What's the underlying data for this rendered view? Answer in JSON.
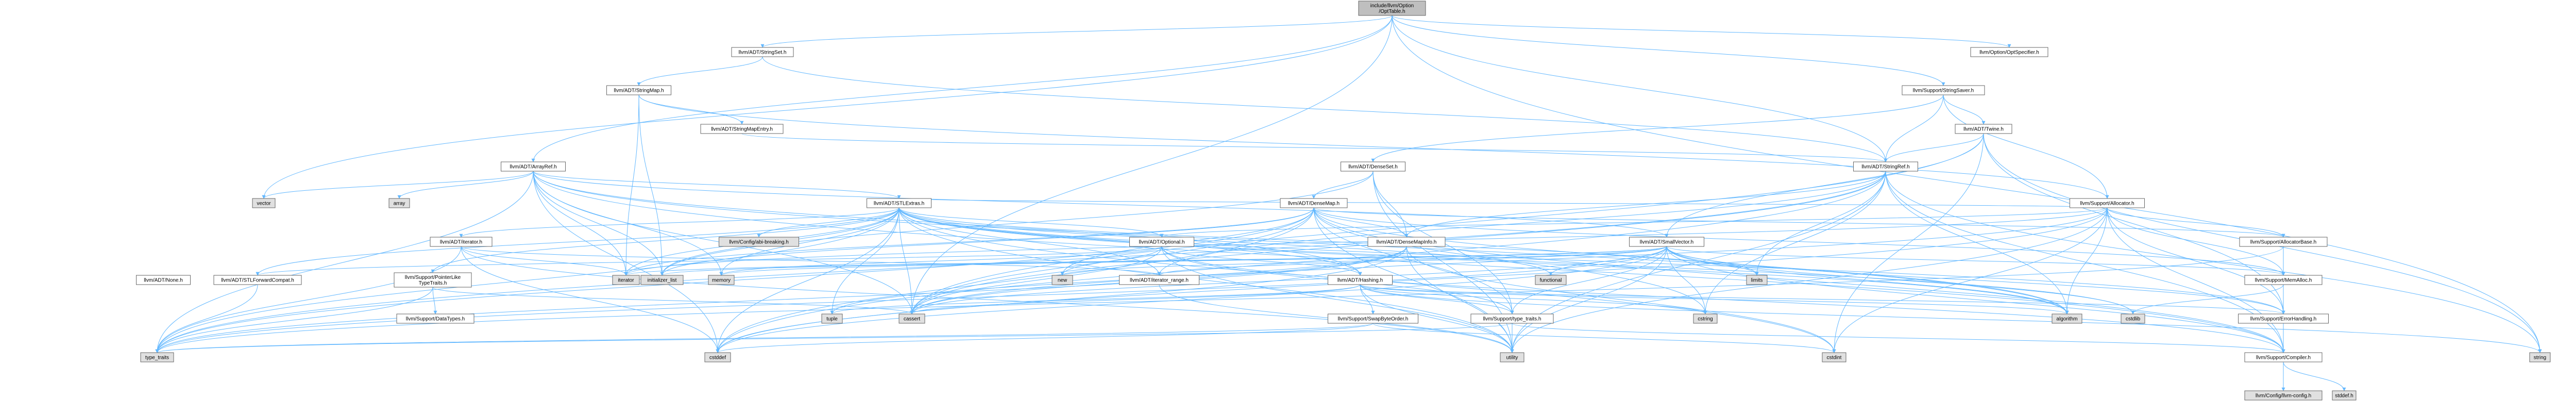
{
  "graph": {
    "nodes": [
      {
        "id": "root",
        "label": "include/llvm/Option\n/OptTable.h",
        "fill": "#bfbfbf"
      },
      {
        "id": "stringset",
        "label": "llvm/ADT/StringSet.h",
        "fill": "#ffffff"
      },
      {
        "id": "optspecifier",
        "label": "llvm/Option/OptSpecifier.h",
        "fill": "#ffffff"
      },
      {
        "id": "stringsaver",
        "label": "llvm/Support/StringSaver.h",
        "fill": "#ffffff"
      },
      {
        "id": "stringmap",
        "label": "llvm/ADT/StringMap.h",
        "fill": "#ffffff"
      },
      {
        "id": "twine",
        "label": "llvm/ADT/Twine.h",
        "fill": "#ffffff"
      },
      {
        "id": "stringmapentry",
        "label": "llvm/ADT/StringMapEntry.h",
        "fill": "#ffffff"
      },
      {
        "id": "arrayref",
        "label": "llvm/ADT/ArrayRef.h",
        "fill": "#ffffff"
      },
      {
        "id": "denseset",
        "label": "llvm/ADT/DenseSet.h",
        "fill": "#ffffff",
        "border": "#ff0000"
      },
      {
        "id": "stringref",
        "label": "llvm/ADT/StringRef.h",
        "fill": "#ffffff"
      },
      {
        "id": "allocator",
        "label": "llvm/Support/Allocator.h",
        "fill": "#ffffff",
        "border": "#ff0000"
      },
      {
        "id": "vector",
        "label": "vector",
        "fill": "#e0e0e0"
      },
      {
        "id": "array",
        "label": "array",
        "fill": "#e0e0e0"
      },
      {
        "id": "stlextras",
        "label": "llvm/ADT/STLExtras.h",
        "fill": "#ffffff"
      },
      {
        "id": "densemap",
        "label": "llvm/ADT/DenseMap.h",
        "fill": "#ffffff",
        "border": "#ff0000"
      },
      {
        "id": "allocatorbase",
        "label": "llvm/Support/AllocatorBase.h",
        "fill": "#ffffff"
      },
      {
        "id": "configbreaking",
        "label": "llvm/Config/abi-breaking.h",
        "fill": "#e0e0e0"
      },
      {
        "id": "smallvector",
        "label": "llvm/ADT/SmallVector.h",
        "fill": "#ffffff"
      },
      {
        "id": "adtiterator",
        "label": "llvm/ADT/iterator.h",
        "fill": "#ffffff"
      },
      {
        "id": "optional",
        "label": "llvm/ADT/Optional.h",
        "fill": "#ffffff"
      },
      {
        "id": "densemapinfo",
        "label": "llvm/ADT/DenseMapInfo.h",
        "fill": "#ffffff"
      },
      {
        "id": "functional",
        "label": "functional",
        "fill": "#e0e0e0"
      },
      {
        "id": "memalloc",
        "label": "llvm/Support/MemAlloc.h",
        "fill": "#ffffff"
      },
      {
        "id": "adtnone",
        "label": "llvm/ADT/None.h",
        "fill": "#ffffff"
      },
      {
        "id": "stlforward",
        "label": "llvm/ADT/STLForwardCompat.h",
        "fill": "#ffffff"
      },
      {
        "id": "pointerlike",
        "label": "llvm/Support/PointerLike\nTypeTraits.h",
        "fill": "#ffffff"
      },
      {
        "id": "iterator",
        "label": "iterator",
        "fill": "#e0e0e0"
      },
      {
        "id": "initlist",
        "label": "initializer_list",
        "fill": "#e0e0e0"
      },
      {
        "id": "memory",
        "label": "memory",
        "fill": "#e0e0e0"
      },
      {
        "id": "new",
        "label": "new",
        "fill": "#e0e0e0"
      },
      {
        "id": "iterrange",
        "label": "llvm/ADT/iterator_range.h",
        "fill": "#ffffff"
      },
      {
        "id": "hashing",
        "label": "llvm/ADT/Hashing.h",
        "fill": "#ffffff"
      },
      {
        "id": "limits",
        "label": "limits",
        "fill": "#e0e0e0"
      },
      {
        "id": "errorhandling",
        "label": "llvm/Support/ErrorHandling.h",
        "fill": "#ffffff"
      },
      {
        "id": "datatypes",
        "label": "llvm/Support/DataTypes.h",
        "fill": "#ffffff",
        "border": "#ff0000"
      },
      {
        "id": "tuple",
        "label": "tuple",
        "fill": "#e0e0e0"
      },
      {
        "id": "cassert",
        "label": "cassert",
        "fill": "#e0e0e0"
      },
      {
        "id": "swapbyteorder",
        "label": "llvm/Support/SwapByteOrder.h",
        "fill": "#ffffff",
        "border": "#ff0000"
      },
      {
        "id": "typetraitsllvm",
        "label": "llvm/Support/type_traits.h",
        "fill": "#ffffff"
      },
      {
        "id": "cstring",
        "label": "cstring",
        "fill": "#e0e0e0"
      },
      {
        "id": "algorithm",
        "label": "algorithm",
        "fill": "#e0e0e0"
      },
      {
        "id": "cstdlib",
        "label": "cstdlib",
        "fill": "#e0e0e0"
      },
      {
        "id": "type_traits",
        "label": "type_traits",
        "fill": "#e0e0e0"
      },
      {
        "id": "cstddef",
        "label": "cstddef",
        "fill": "#e0e0e0"
      },
      {
        "id": "utility",
        "label": "utility",
        "fill": "#e0e0e0"
      },
      {
        "id": "cstdint",
        "label": "cstdint",
        "fill": "#e0e0e0"
      },
      {
        "id": "compiler",
        "label": "llvm/Support/Compiler.h",
        "fill": "#ffffff"
      },
      {
        "id": "string",
        "label": "string",
        "fill": "#e0e0e0"
      },
      {
        "id": "llvmconfig",
        "label": "llvm/Config/llvm-config.h",
        "fill": "#e0e0e0"
      },
      {
        "id": "stddef",
        "label": "stddef.h",
        "fill": "#e0e0e0"
      }
    ],
    "edges": [
      [
        "root",
        "stringset"
      ],
      [
        "root",
        "optspecifier"
      ],
      [
        "root",
        "stringsaver"
      ],
      [
        "root",
        "arrayref"
      ],
      [
        "root",
        "stringref"
      ],
      [
        "root",
        "vector"
      ],
      [
        "root",
        "cassert"
      ],
      [
        "root",
        "string"
      ],
      [
        "stringset",
        "stringmap"
      ],
      [
        "stringset",
        "stringref"
      ],
      [
        "stringmap",
        "stringmapentry"
      ],
      [
        "stringmap",
        "allocator"
      ],
      [
        "stringmap",
        "iterator"
      ],
      [
        "stringmap",
        "initlist"
      ],
      [
        "stringmapentry",
        "stringref"
      ],
      [
        "stringsaver",
        "denseset"
      ],
      [
        "stringsaver",
        "stringref"
      ],
      [
        "stringsaver",
        "twine"
      ],
      [
        "stringsaver",
        "allocator"
      ],
      [
        "twine",
        "smallvector"
      ],
      [
        "twine",
        "stringref"
      ],
      [
        "twine",
        "errorhandling"
      ],
      [
        "twine",
        "cassert"
      ],
      [
        "twine",
        "cstdint"
      ],
      [
        "twine",
        "string"
      ],
      [
        "arrayref",
        "hashing"
      ],
      [
        "arrayref",
        "none"
      ],
      [
        "arrayref",
        "smallvector"
      ],
      [
        "arrayref",
        "stlextras"
      ],
      [
        "arrayref",
        "compiler"
      ],
      [
        "arrayref",
        "algorithm"
      ],
      [
        "arrayref",
        "array"
      ],
      [
        "arrayref",
        "cassert"
      ],
      [
        "arrayref",
        "cstddef"
      ],
      [
        "arrayref",
        "initlist"
      ],
      [
        "arrayref",
        "iterator"
      ],
      [
        "arrayref",
        "memory"
      ],
      [
        "arrayref",
        "type_traits"
      ],
      [
        "arrayref",
        "vector"
      ],
      [
        "denseset",
        "densemap"
      ],
      [
        "denseset",
        "densemapinfo"
      ],
      [
        "denseset",
        "typetraitsllvm"
      ],
      [
        "denseset",
        "initlist"
      ],
      [
        "denseset",
        "utility"
      ],
      [
        "stringref",
        "stlfunctional"
      ],
      [
        "stringref",
        "iterrange"
      ],
      [
        "stringref",
        "compiler"
      ],
      [
        "stringref",
        "algorithm"
      ],
      [
        "stringref",
        "cassert"
      ],
      [
        "stringref",
        "cstddef"
      ],
      [
        "stringref",
        "cstring"
      ],
      [
        "stringref",
        "limits"
      ],
      [
        "stringref",
        "string"
      ],
      [
        "stringref",
        "type_traits"
      ],
      [
        "stringref",
        "utility"
      ],
      [
        "stringref",
        "densemapinfo"
      ],
      [
        "allocator",
        "allocatorbase"
      ],
      [
        "allocator",
        "memalloc"
      ],
      [
        "allocator",
        "errorhandling"
      ],
      [
        "allocator",
        "compiler"
      ],
      [
        "allocator",
        "algorithm"
      ],
      [
        "allocator",
        "cassert"
      ],
      [
        "allocator",
        "cstddef"
      ],
      [
        "allocator",
        "cstdint"
      ],
      [
        "allocator",
        "iterator"
      ],
      [
        "allocator",
        "optional"
      ],
      [
        "allocator",
        "stlextras"
      ],
      [
        "allocator",
        "utility"
      ],
      [
        "stlextras",
        "adtiterator"
      ],
      [
        "stlextras",
        "iterrange"
      ],
      [
        "stlextras",
        "optional"
      ],
      [
        "stlextras",
        "stlforward"
      ],
      [
        "stlextras",
        "hashing"
      ],
      [
        "stlextras",
        "configbreaking"
      ],
      [
        "stlextras",
        "errorhandling"
      ],
      [
        "stlextras",
        "algorithm"
      ],
      [
        "stlextras",
        "cassert"
      ],
      [
        "stlextras",
        "cstddef"
      ],
      [
        "stlextras",
        "cstdint"
      ],
      [
        "stlextras",
        "cstdlib"
      ],
      [
        "stlextras",
        "functional"
      ],
      [
        "stlextras",
        "initlist"
      ],
      [
        "stlextras",
        "iterator"
      ],
      [
        "stlextras",
        "limits"
      ],
      [
        "stlextras",
        "memory"
      ],
      [
        "stlextras",
        "tuple"
      ],
      [
        "stlextras",
        "type_traits"
      ],
      [
        "stlextras",
        "utility"
      ],
      [
        "stlextras",
        "pointerlike"
      ],
      [
        "densemap",
        "densemapinfo"
      ],
      [
        "densemap",
        "epochtracker"
      ],
      [
        "densemap",
        "allocatorbase"
      ],
      [
        "densemap",
        "memalloc"
      ],
      [
        "densemap",
        "alignof"
      ],
      [
        "densemap",
        "compiler"
      ],
      [
        "densemap",
        "mathextras"
      ],
      [
        "densemap",
        "typetraitsllvm"
      ],
      [
        "densemap",
        "algorithm"
      ],
      [
        "densemap",
        "cassert"
      ],
      [
        "densemap",
        "cstddef"
      ],
      [
        "densemap",
        "cstring"
      ],
      [
        "densemap",
        "initlist"
      ],
      [
        "densemap",
        "iterator"
      ],
      [
        "densemap",
        "new"
      ],
      [
        "densemap",
        "type_traits"
      ],
      [
        "densemap",
        "utility"
      ],
      [
        "allocatorbase",
        "compiler"
      ],
      [
        "allocatorbase",
        "memalloc"
      ],
      [
        "allocatorbase",
        "type_traits"
      ],
      [
        "smallvector",
        "iterrange"
      ],
      [
        "smallvector",
        "compiler"
      ],
      [
        "smallvector",
        "errorhandling"
      ],
      [
        "smallvector",
        "memalloc"
      ],
      [
        "smallvector",
        "typetraitsllvm"
      ],
      [
        "smallvector",
        "algorithm"
      ],
      [
        "smallvector",
        "cassert"
      ],
      [
        "smallvector",
        "cstddef"
      ],
      [
        "smallvector",
        "cstdlib"
      ],
      [
        "smallvector",
        "cstring"
      ],
      [
        "smallvector",
        "functional"
      ],
      [
        "smallvector",
        "initlist"
      ],
      [
        "smallvector",
        "iterator"
      ],
      [
        "smallvector",
        "limits"
      ],
      [
        "smallvector",
        "memory"
      ],
      [
        "smallvector",
        "new"
      ],
      [
        "smallvector",
        "type_traits"
      ],
      [
        "smallvector",
        "utility"
      ],
      [
        "adtiterator",
        "iterrange"
      ],
      [
        "adtiterator",
        "cstddef"
      ],
      [
        "adtiterator",
        "iterator"
      ],
      [
        "adtiterator",
        "type_traits"
      ],
      [
        "adtiterator",
        "utility"
      ],
      [
        "optional",
        "hashing"
      ],
      [
        "optional",
        "none"
      ],
      [
        "optional",
        "stlforward"
      ],
      [
        "optional",
        "compiler"
      ],
      [
        "optional",
        "typetraitsllvm"
      ],
      [
        "optional",
        "cassert"
      ],
      [
        "optional",
        "memory"
      ],
      [
        "optional",
        "new"
      ],
      [
        "optional",
        "utility"
      ],
      [
        "densemapinfo",
        "cassert"
      ],
      [
        "densemapinfo",
        "cstddef"
      ],
      [
        "densemapinfo",
        "cstdint"
      ],
      [
        "densemapinfo",
        "tuple"
      ],
      [
        "densemapinfo",
        "utility"
      ],
      [
        "densemapinfo",
        "type_traits"
      ],
      [
        "memalloc",
        "compiler"
      ],
      [
        "memalloc",
        "errorhandling"
      ],
      [
        "memalloc",
        "cstdlib"
      ],
      [
        "stlforward",
        "type_traits"
      ],
      [
        "pointerlike",
        "datatypes"
      ],
      [
        "pointerlike",
        "cassert"
      ],
      [
        "pointerlike",
        "type_traits"
      ],
      [
        "iterrange",
        "utility"
      ],
      [
        "hashing",
        "errorhandling"
      ],
      [
        "hashing",
        "swapbyteorder"
      ],
      [
        "hashing",
        "typetraitsllvm"
      ],
      [
        "hashing",
        "algorithm"
      ],
      [
        "hashing",
        "cassert"
      ],
      [
        "hashing",
        "cstring"
      ],
      [
        "hashing",
        "string"
      ],
      [
        "hashing",
        "tuple"
      ],
      [
        "hashing",
        "utility"
      ],
      [
        "errorhandling",
        "compiler"
      ],
      [
        "swapbyteorder",
        "cstddef"
      ],
      [
        "swapbyteorder",
        "cstdint"
      ],
      [
        "swapbyteorder",
        "type_traits"
      ],
      [
        "typetraitsllvm",
        "compiler"
      ],
      [
        "typetraitsllvm",
        "type_traits"
      ],
      [
        "typetraitsllvm",
        "utility"
      ],
      [
        "compiler",
        "llvmconfig"
      ],
      [
        "compiler",
        "stddef"
      ]
    ]
  }
}
